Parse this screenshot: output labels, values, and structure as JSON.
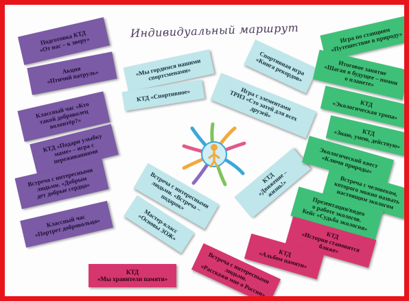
{
  "title": "Индивидуальный маршрут",
  "colors": {
    "border": "#e8141b",
    "purple": "#7b5aa6",
    "green": "#3fc078",
    "pink": "#d6366e",
    "cyan": "#bfe6ea"
  },
  "cards": {
    "p1": "Подготовка КТД\n«От нас – к зверу»",
    "p2": "Акция\n«Птичий патруль»",
    "p3": "Классный час «Кто\nтакой доброволец\nволонтёр?»",
    "p4": "КТД «Подари улыбку\nмаме» – игра с\nпереживаниями",
    "p5": "Встреча с интересными\nлюдьми. «Добрым\nдет добрые сердца»",
    "p6": "Классный час\n«Портрет добровольца»",
    "c1": "«Мы гордимся нашими\nспортсменами»",
    "c2": "КТД «Спортивное»",
    "c3": "Спортивная игра\n«Книга рекордов»",
    "c4": "Игра с элементами\nТРИЗ «Сто затей для всех\nдрузей»",
    "c5": "Встреча с интересными\nлюдьми. «Встреча –\nподарок»",
    "c6": "Мастер-класс\n«Основы ЗОЖ»",
    "c7": "КТД\n«Движение –\nжизнь!»",
    "g1": "Игра по станциям\n«Путешествие в природу»",
    "g2": "Итоговое занятие\n«Шагая в будущее – помни\nо планете»",
    "g3": "КТД\n«Экологическая тропа»",
    "g4": "КТД\n«Знаю, умею, действую»",
    "g5": "Экологический квест\n«Ключи природы»",
    "g6": "Встреча с человеком,\nкоторого можно назвать\nнастоящим экологом",
    "g7": "Презентация/видео\nо работе экологов.\nКейс «Судьба экология»",
    "k1": "КТД\n«История становится\nближе»",
    "k2": "КТД\n«Альбом памяти»",
    "k3": "Встреча с интересными\nлюдьми.\n«Расскажи мне о России»",
    "k4": "КТД\n«Мы хранители памяти»"
  }
}
